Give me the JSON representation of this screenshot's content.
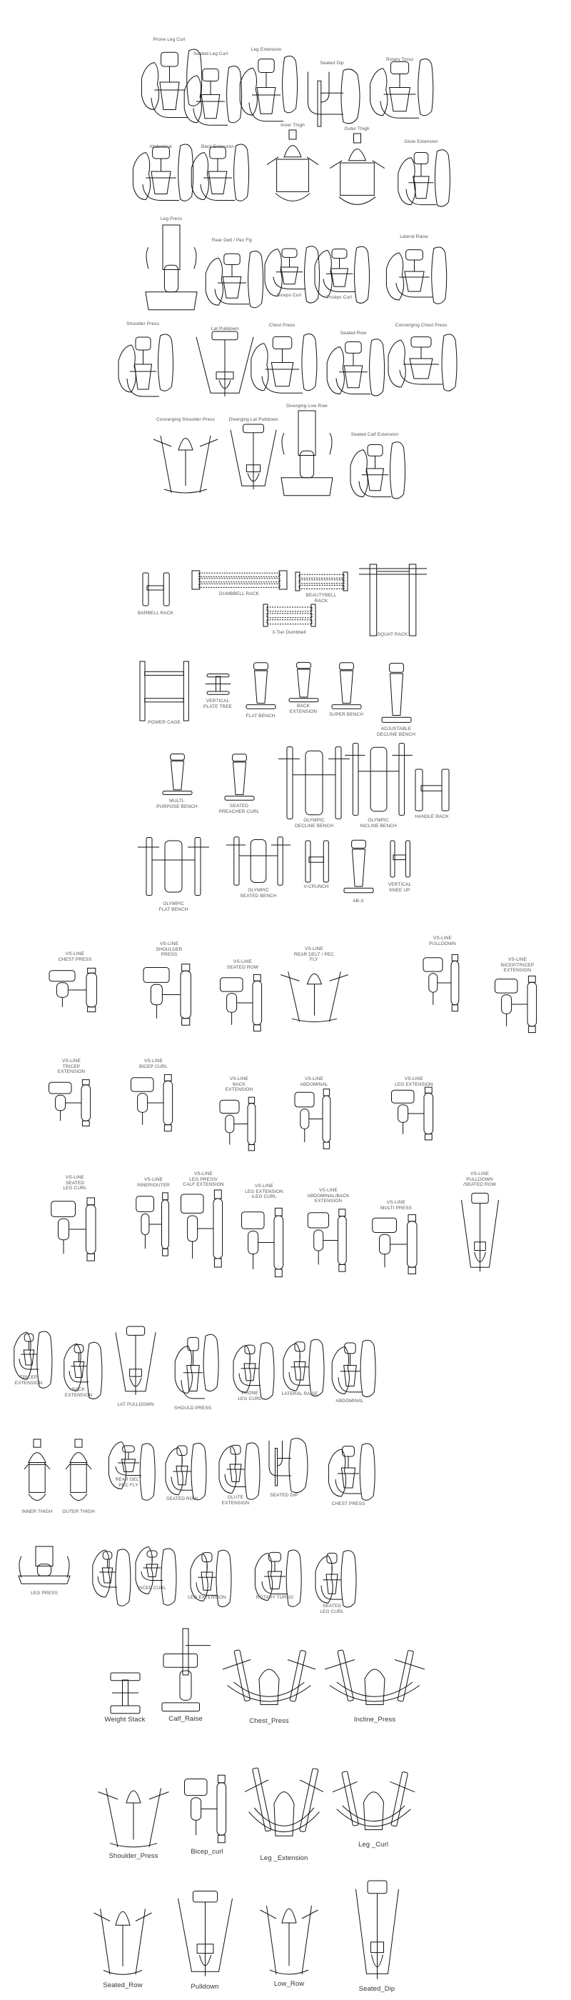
{
  "sections": [
    {
      "name": "selectorized-machines",
      "items": [
        {
          "label": "Prone Leg Curl"
        },
        {
          "label": "Seated Leg Curl"
        },
        {
          "label": "Leg Extension"
        },
        {
          "label": "Seated Dip"
        },
        {
          "label": "Rotary Torso"
        },
        {
          "label": "Abdominal"
        },
        {
          "label": "Back Extension"
        },
        {
          "label": "Inner Thigh"
        },
        {
          "label": "Outer Thigh"
        },
        {
          "label": "Glute Extension"
        },
        {
          "label": "Leg Press"
        },
        {
          "label": "Rear Delt / Pec Fly"
        },
        {
          "label": "Biceps Curl"
        },
        {
          "label": "Triceps Curl"
        },
        {
          "label": "Lateral Raise"
        },
        {
          "label": "Shoulder Press"
        },
        {
          "label": "Lat Pulldown"
        },
        {
          "label": "Chest Press"
        },
        {
          "label": "Seated Row"
        },
        {
          "label": "Converging Chest Press"
        },
        {
          "label": "Converging Shoulder Press"
        },
        {
          "label": "Diverging Lat Pulldown"
        },
        {
          "label": "Diverging Low Row"
        },
        {
          "label": "Seated Calf Extension"
        }
      ]
    },
    {
      "name": "free-weights",
      "items": [
        {
          "label": "BARBELL RACK"
        },
        {
          "label": "DUMBBELL RACK"
        },
        {
          "label": "BEAUTYBELL\nRACK"
        },
        {
          "label": "3-Tier Dumbbell"
        },
        {
          "label": "SQUAT RACK"
        },
        {
          "label": "POWER CAGE"
        },
        {
          "label": "VERTICAL\nPLATE TREE"
        },
        {
          "label": "FLAT BENCH"
        },
        {
          "label": "BACK\nEXTENSION"
        },
        {
          "label": "SUPER BENCH"
        },
        {
          "label": "ADJUSTABLE\nDECLINE BENCH"
        },
        {
          "label": "MULTI-\nPURPOSE BENCH"
        },
        {
          "label": "SEATED\nPREACHER CURL"
        },
        {
          "label": "OLYMPIC\nDECLINE BENCH"
        },
        {
          "label": "OLYMPIC\nINCLINE BENCH"
        },
        {
          "label": "HANDLE RACK"
        },
        {
          "label": "OLYMPIC\nFLAT BENCH"
        },
        {
          "label": "OLYMPIC\nSEATED BENCH"
        },
        {
          "label": "V-CRUNCH"
        },
        {
          "label": "AB-X"
        },
        {
          "label": "VERTICAL\nKNEE UP"
        }
      ]
    },
    {
      "name": "vs-line",
      "items": [
        {
          "label": "VS-LINE\nCHEST PRESS"
        },
        {
          "label": "VS-LINE\nSHOULDER\nPRESS"
        },
        {
          "label": "VS-LINE\nSEATED ROW"
        },
        {
          "label": "VS-LINE\nREAR DELT / PEC\nFLY"
        },
        {
          "label": "VS-LINE\nPULLDOWN"
        },
        {
          "label": "VS-LINE\nBICEP/TRICEP\nEXTENSION"
        },
        {
          "label": "VS-LINE\nTRICEP\nEXTENSION"
        },
        {
          "label": "VS-LINE\nBICEP CURL"
        },
        {
          "label": "VS-LINE\nBACK\nEXTENSION"
        },
        {
          "label": "VS-LINE\nABDOMINAL"
        },
        {
          "label": "VS-LINE\nLEG EXTENSION"
        },
        {
          "label": "VS-LINE\nSEATED\nLEG CURL"
        },
        {
          "label": "VS-LINE\nINNER/OUTER"
        },
        {
          "label": "VS-LINE\nLEG PRESS/\nCALF EXTENSION"
        },
        {
          "label": "VS-LINE\nLEG EXTENSION\n/LEG CURL"
        },
        {
          "label": "VS-LINE\nABDOMINAL/BACK\nEXTENSION"
        },
        {
          "label": "VS-LINE\nMULTI PRESS"
        },
        {
          "label": "VS-LINE\nPULLDOWN\n/SEATED ROW"
        }
      ]
    },
    {
      "name": "compact-machines",
      "items": [
        {
          "label": "TRICEP\nEXTENSION"
        },
        {
          "label": "BACK\nEXTENSION"
        },
        {
          "label": "LAT PULLDOWN"
        },
        {
          "label": "SHOULD PRESS"
        },
        {
          "label": "PRONE\nLEG CURL"
        },
        {
          "label": "LATERAL RAISE"
        },
        {
          "label": "ABDOMINAL"
        },
        {
          "label": "INNER THIGH"
        },
        {
          "label": "OUTER THIGH"
        },
        {
          "label": "REAR DELT\nPEC FLY"
        },
        {
          "label": "SEATED ROW"
        },
        {
          "label": "GLUTE\nEXTENSION"
        },
        {
          "label": "SEATED DIP"
        },
        {
          "label": "CHEST PRESS"
        },
        {
          "label": "LEG PRESS"
        },
        {
          "label": "BICEP CURL"
        },
        {
          "label": "LEG EXTENSION"
        },
        {
          "label": "ROTARY TORSO"
        },
        {
          "label": "SEATED\nLEG CURL"
        }
      ]
    },
    {
      "name": "plate-loaded",
      "items": [
        {
          "label": "Weight Stack"
        },
        {
          "label": "Calf_Raise"
        },
        {
          "label": "Chest_Press"
        },
        {
          "label": "Incline_Press"
        },
        {
          "label": "Shoulder_Press"
        },
        {
          "label": "Bicep_curl"
        },
        {
          "label": "Leg _Extension"
        },
        {
          "label": "Leg _Curl"
        },
        {
          "label": "Seated_Row"
        },
        {
          "label": "Pulldown"
        },
        {
          "label": "Low_Row"
        },
        {
          "label": "Seated_Dip"
        }
      ]
    }
  ]
}
